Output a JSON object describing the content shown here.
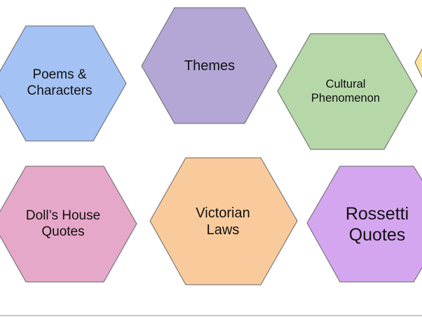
{
  "hexagons": [
    {
      "line1": "Poems &",
      "line2": "Characters",
      "color": "#a4c2f4"
    },
    {
      "line1": "Themes",
      "line2": "",
      "color": "#b4a7d6"
    },
    {
      "line1": "Cultural",
      "line2": "Phenomenon",
      "color": "#b6d7a8"
    },
    {
      "line1": "",
      "line2": "",
      "color": "#ffe599"
    },
    {
      "line1": "Doll’s House",
      "line2": "Quotes",
      "color": "#e6a8c9"
    },
    {
      "line1": "Victorian",
      "line2": "Laws",
      "color": "#f9cb9c"
    },
    {
      "line1": "Rossetti",
      "line2": "Quotes",
      "color": "#d5a6f0"
    }
  ],
  "stroke_color": "#666666"
}
